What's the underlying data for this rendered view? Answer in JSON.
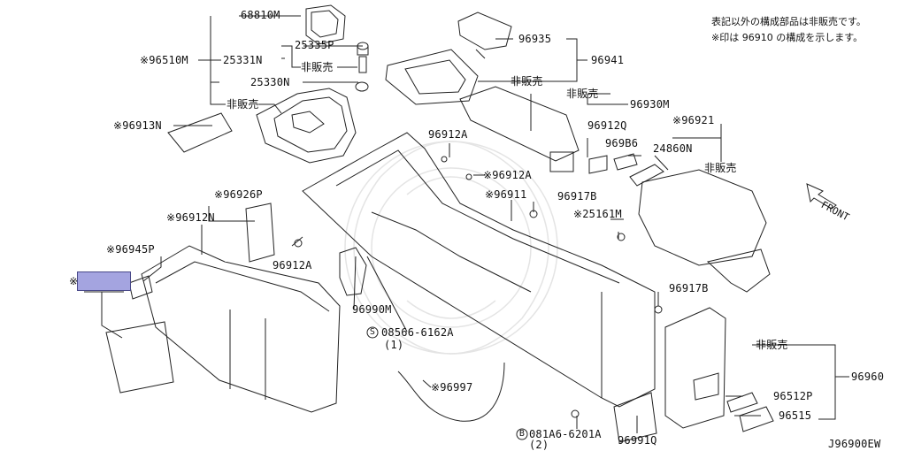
{
  "notes": {
    "line1": "表記以外の構成部品は非販売です。",
    "line2": "※印は 96910 の構成を示します。"
  },
  "diagram_code": "J96900EW",
  "front_label": "FRONT",
  "parts": {
    "p68810M": "68810M",
    "p96510M": "※96510M",
    "p25331N": "25331N",
    "p25335P": "25335P",
    "nfs1": "非販売",
    "p25330N": "25330N",
    "nfs2": "非販売",
    "p96913N": "※96913N",
    "p96935": "96935",
    "p96941": "96941",
    "nfs3": "非販売",
    "nfs4": "非販売",
    "p96930M": "96930M",
    "p96912Q": "96912Q",
    "p96921": "※96921",
    "p96986": "969B6",
    "p24860N": "24860N",
    "nfs5": "非販売",
    "p96912A_1": "96912A",
    "p96912A_2": "※96912A",
    "p96911": "※96911",
    "p96917B_1": "96917B",
    "p25161M": "※25161M",
    "p96926P": "※96926P",
    "p96912N": "※96912N",
    "p96945P": "※96945P",
    "p96912A_3": "96912A",
    "star_mark": "※",
    "p96990M": "96990M",
    "p08566": "08566-6162A",
    "p08566_qty": "(1)",
    "p96917B_2": "96917B",
    "nfs6": "非販売",
    "p96960": "96960",
    "p96512P": "96512P",
    "p96515": "96515",
    "p96997": "※96997",
    "p081A6": "081A6-6201A",
    "p081A6_qty": "(2)",
    "p96991Q": "96991Q",
    "bolt_S": "S",
    "bolt_B": "B"
  }
}
